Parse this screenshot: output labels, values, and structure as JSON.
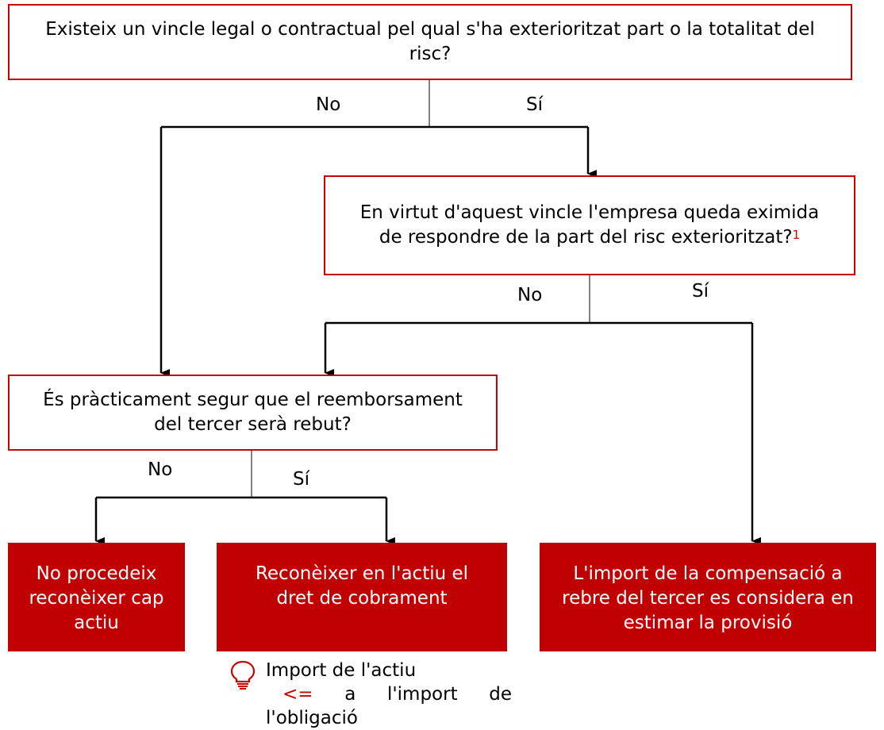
{
  "nodes": {
    "q1": "Existeix un vincle legal o contractual pel qual s'ha exterioritzat part o la totalitat del risc?",
    "q2": "En virtut d'aquest vincle l'empresa queda eximida de respondre de la part del risc exterioritzat?",
    "q2_footnote": "1",
    "q3": "És pràcticament segur que el reemborsament del tercer serà rebut?",
    "r1": "No procedeix reconèixer cap actiu",
    "r2": "Reconèixer en l'actiu el dret de cobrament",
    "r3": "L'import de la compensació a rebre del tercer es considera en estimar la provisió"
  },
  "labels": {
    "q1_no": "No",
    "q1_yes": "Sí",
    "q2_no": "No",
    "q2_yes": "Sí",
    "q3_no": "No",
    "q3_yes": "Sí"
  },
  "note": {
    "icon": "lightbulb-icon",
    "line1": "Import de l'actiu",
    "line2_op": "<=",
    "line2_a": "a",
    "line2_b": "l'import",
    "line2_c": "de",
    "line3": "l'obligació"
  },
  "colors": {
    "accent": "#c00000",
    "border": "#c40000",
    "text": "#000000"
  }
}
